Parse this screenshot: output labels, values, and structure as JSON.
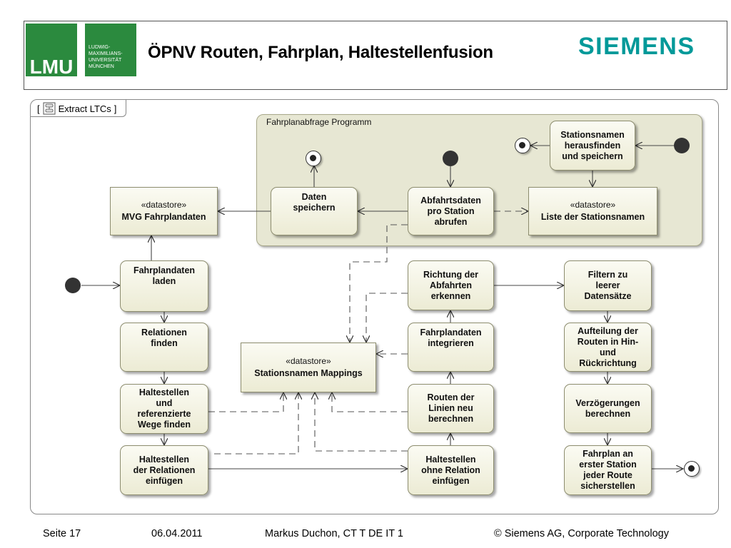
{
  "header": {
    "title": "ÖPNV Routen, Fahrplan, Haltestellenfusion",
    "lmu_logo_letters": "LMU",
    "lmu_logo_text": [
      "LUDWIG-",
      "MAXIMILIANS-",
      "UNIVERSITÄT",
      "MÜNCHEN"
    ],
    "siemens_logo": "SIEMENS",
    "colors": {
      "lmu_green": "#2b8a3e",
      "siemens_teal": "#009999"
    }
  },
  "diagram": {
    "frame_label": "Extract LTCs",
    "frame_open": "[",
    "frame_close": "]",
    "frame_icon": "activity-diagram-icon",
    "region_label": "Fahrplanabfrage Programm",
    "stereotype": "«datastore»",
    "datastores": {
      "mvg": "MVG Fahrplandaten",
      "liste": "Liste der Stationsnamen",
      "mappings": "Stationsnamen Mappings"
    },
    "actions": {
      "stationsnamen": "Stationsnamen\nherausfinden\nund speichern",
      "daten_speichern": "Daten\nspeichern",
      "abfahrtsdaten": "Abfahrtsdaten\npro Station\nabrufen",
      "fahrplandaten_laden": "Fahrplandaten\nladen",
      "relationen_finden": "Relationen\nfinden",
      "haltestellen_wege": "Haltestellen\nund\nreferenzierte\nWege finden",
      "haltestellen_einfuegen": "Haltestellen\nder Relationen\neinfügen",
      "richtung": "Richtung der\nAbfahrten\nerkennen",
      "fahrplandaten_integrieren": "Fahrplandaten\nintegrieren",
      "routen_berechnen": "Routen der\nLinien neu\nberechnen",
      "haltestellen_ohne": "Haltestellen\nohne Relation\neinfügen",
      "filtern": "Filtern zu\nleerer\nDatensätze",
      "aufteilung": "Aufteilung der\nRouten in Hin-\nund\nRückrichtung",
      "verzoegerungen": "Verzögerungen\nberechnen",
      "fahrplan_sicherstellen": "Fahrplan an\nerster Station\njeder Route\nsicherstellen"
    }
  },
  "footer": {
    "page": "Seite 17",
    "date": "06.04.2011",
    "author": "Markus Duchon, CT T DE IT 1",
    "copyright": "© Siemens AG, Corporate Technology"
  }
}
